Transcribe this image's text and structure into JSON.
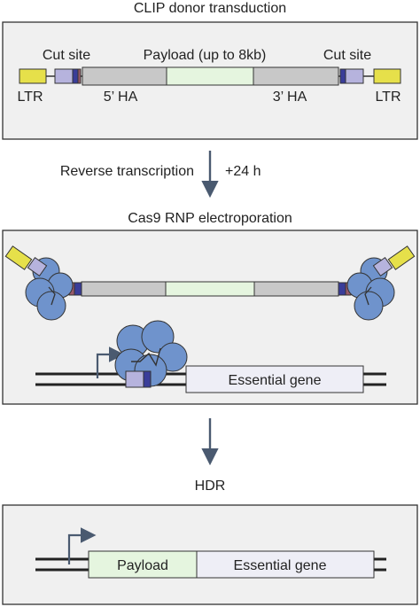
{
  "titles": {
    "step1": "CLIP donor transduction",
    "step2": "Cas9 RNP electroporation",
    "step3": "HDR"
  },
  "arrow1": {
    "left_label": "Reverse transcription",
    "right_label": "+24 h"
  },
  "panel1": {
    "cut_site_left": "Cut site",
    "payload": "Payload (up to 8kb)",
    "cut_site_right": "Cut site",
    "ltr_left": "LTR",
    "ha5": "5’ HA",
    "ha3": "3’ HA",
    "ltr_right": "LTR"
  },
  "panel2": {
    "gene_label": "Essential gene"
  },
  "panel3": {
    "payload_label": "Payload",
    "gene_label": "Essential gene"
  },
  "colors": {
    "panel_bg": "#f0f0f0",
    "ltr": "#e6e04a",
    "cut_site": "#b6b3dd",
    "cut_site_dark": "#3a3d99",
    "homology_arm": "#c8c8c8",
    "payload": "#e5f5df",
    "cas9": "#6f93cc",
    "gene": "#eeeef6",
    "arrow": "#4a5a70"
  }
}
